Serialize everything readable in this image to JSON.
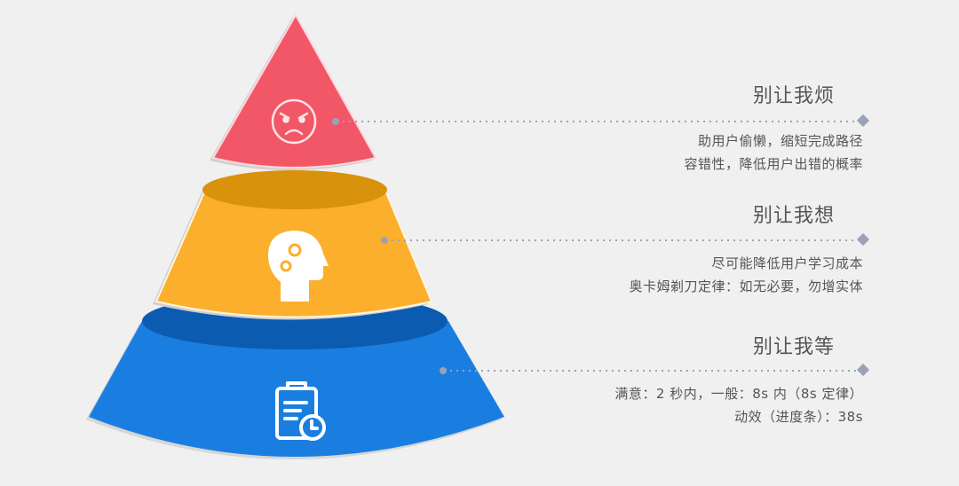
{
  "colors": {
    "background": "#f0f0f0",
    "top_layer": "#f25767",
    "middle_layer": "#fbaf2c",
    "middle_layer_inner": "#d8920b",
    "bottom_layer": "#1a7ee0",
    "bottom_layer_inner": "#0b5bb0",
    "connector": "#9aa3b5",
    "text": "#555555"
  },
  "layers": [
    {
      "level": "top",
      "icon": "angry-face-icon",
      "title": "别让我烦",
      "lines": [
        "助用户偷懒，缩短完成路径",
        "容错性，降低用户出错的概率"
      ]
    },
    {
      "level": "middle",
      "icon": "head-gears-icon",
      "title": "别让我想",
      "lines": [
        "尽可能降低用户学习成本",
        "奥卡姆剃刀定律：如无必要，勿增实体"
      ]
    },
    {
      "level": "bottom",
      "icon": "clipboard-clock-icon",
      "title": "别让我等",
      "lines": [
        "满意：2 秒内，一般：8s 内（8s 定律）",
        "动效（进度条）：38s"
      ]
    }
  ]
}
